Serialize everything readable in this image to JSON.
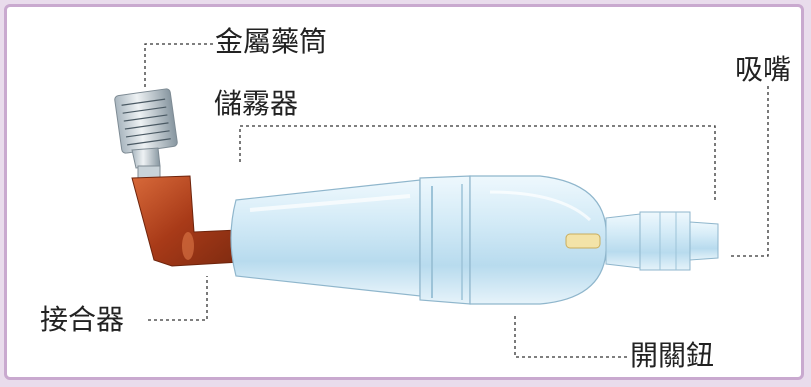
{
  "labels": {
    "canister": "金屬藥筒",
    "spacer": "儲霧器",
    "mouthpiece": "吸嘴",
    "adapter": "接合器",
    "valve": "開關鈕"
  },
  "colors": {
    "background": "#e9dcec",
    "frame_border": "#c9a9cf",
    "panel": "#ffffff",
    "adapter_red": "#b5451f",
    "chamber_blue": "#cfe7f5"
  }
}
